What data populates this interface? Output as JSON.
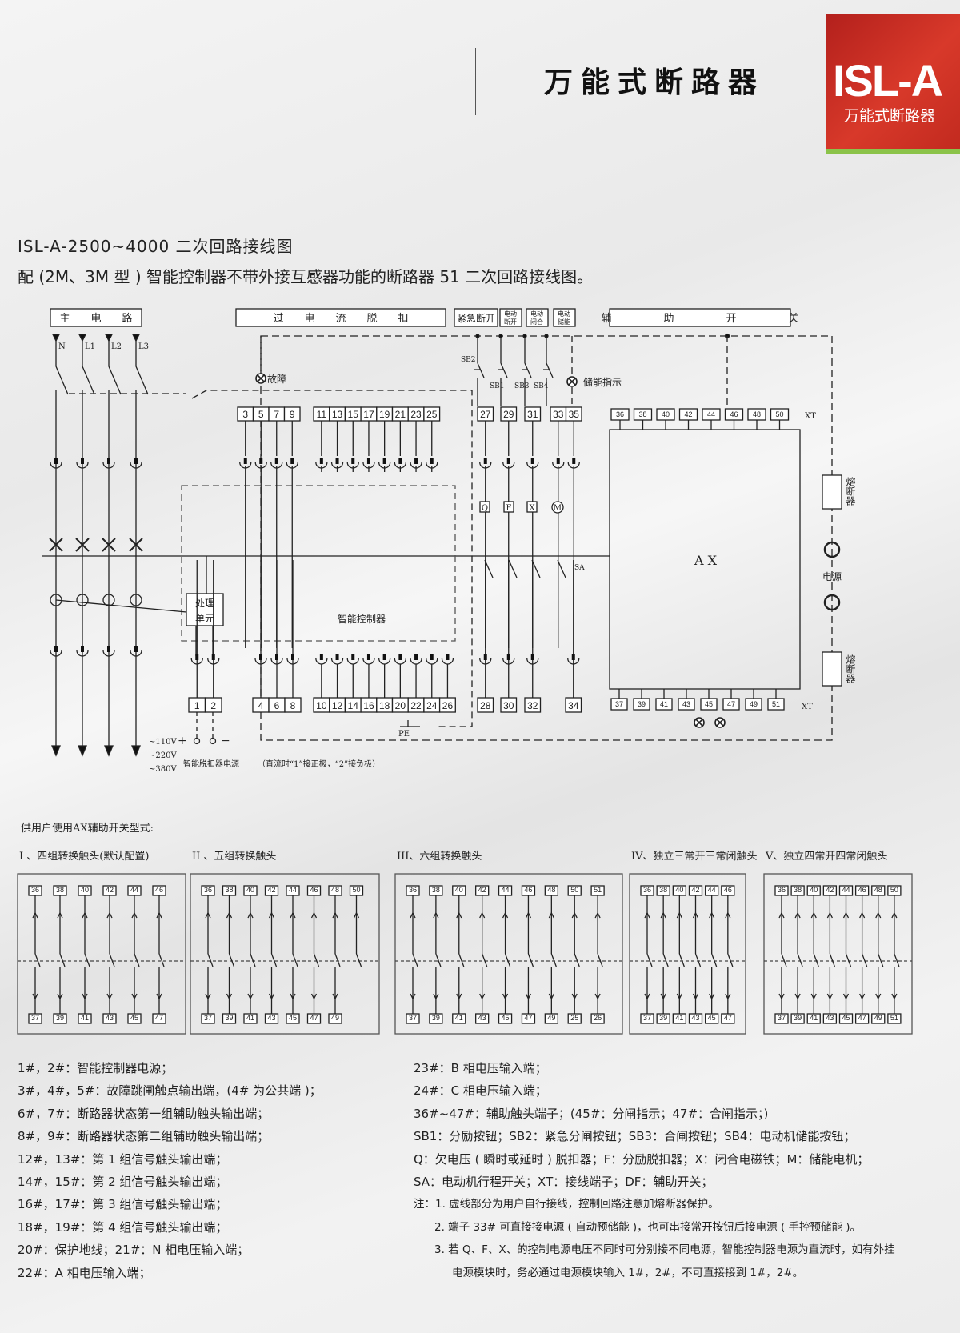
{
  "header": {
    "title": "万能式断路器",
    "logo_text": "ISL-A",
    "logo_sub": "万能式断路器",
    "logo_color": "#c62a1f",
    "logo_bar_color": "#8bc34a"
  },
  "intro": {
    "line1": "ISL-A-2500~4000 二次回路接线图",
    "line2": "配 (2M、3M 型 ) 智能控制器不带外接互感器功能的断路器 51 二次回路接线图。"
  },
  "diagram": {
    "sections": {
      "main": "主　　电　　路",
      "overcurrent": "过　　电　　流　　脱　　扣",
      "emergency": "紧急断开",
      "motor_open_1": "电动",
      "motor_open_2": "断开",
      "motor_close_1": "电动",
      "motor_close_2": "闭合",
      "motor_store_1": "电动",
      "motor_store_2": "储能",
      "aux": "辅　　　　　助　　　　　开　　　　　关"
    },
    "phases": [
      "N",
      "L1",
      "L2",
      "L3"
    ],
    "labels": {
      "fault": "故障",
      "storage_indicator": "储能指示",
      "sb1": "SB1",
      "sb2": "SB2",
      "sb3": "SB3",
      "sb4": "SB4",
      "q": "Q",
      "f": "F",
      "x": "X",
      "m": "M",
      "sa": "SA",
      "ax": "A X",
      "power": "电源",
      "fuse_top": "熔断器",
      "fuse_bottom": "熔断器",
      "processing_1": "处理",
      "processing_2": "单元",
      "controller": "智能控制器",
      "xt_top": "XT",
      "xt_bottom": "XT",
      "pe": "PE",
      "v110": "~110V",
      "v220": "~220V",
      "v380": "~380V",
      "plus": "+",
      "minus": "−",
      "trip_power": "智能脱扣器电源",
      "dc_note": "（直流时“1”接正极，“2”接负极）"
    },
    "top_terminals": {
      "group_a": [
        "3",
        "5",
        "7",
        "9"
      ],
      "group_b": [
        "11",
        "13",
        "15",
        "17",
        "19",
        "21",
        "23",
        "25"
      ],
      "group_c": [
        "27"
      ],
      "group_d": [
        "29"
      ],
      "group_e": [
        "31"
      ],
      "group_f": [
        "33",
        "35"
      ],
      "ax": [
        "36",
        "38",
        "40",
        "42",
        "44",
        "46",
        "48",
        "50"
      ]
    },
    "bottom_terminals": {
      "group_a": [
        "1",
        "2"
      ],
      "group_b": [
        "4",
        "6",
        "8"
      ],
      "group_c": [
        "10",
        "12",
        "14",
        "16",
        "18",
        "20",
        "22",
        "24",
        "26"
      ],
      "group_d": [
        "28"
      ],
      "group_e": [
        "30"
      ],
      "group_f": [
        "32"
      ],
      "group_g": [
        "34"
      ],
      "ax": [
        "37",
        "39",
        "41",
        "43",
        "45",
        "47",
        "49",
        "51"
      ]
    }
  },
  "ax_types": {
    "heading": "供用户使用AX辅助开关型式:",
    "types": [
      {
        "title": "I 、四组转换触头(默认配置)",
        "top": [
          "36",
          "38",
          "40",
          "42",
          "44",
          "46"
        ],
        "bottom": [
          "37",
          "39",
          "41",
          "43",
          "45",
          "47"
        ]
      },
      {
        "title": "II 、五组转换触头",
        "top": [
          "36",
          "38",
          "40",
          "42",
          "44",
          "46",
          "48",
          "50"
        ],
        "bottom": [
          "37",
          "39",
          "41",
          "43",
          "45",
          "47",
          "49"
        ]
      },
      {
        "title": "III、六组转换触头",
        "top": [
          "36",
          "38",
          "40",
          "42",
          "44",
          "46",
          "48",
          "50",
          "51"
        ],
        "bottom": [
          "37",
          "39",
          "41",
          "43",
          "45",
          "47",
          "49",
          "25",
          "26"
        ]
      },
      {
        "title": "IV、独立三常开三常闭触头",
        "top": [
          "36",
          "38",
          "40",
          "42",
          "44",
          "46"
        ],
        "bottom": [
          "37",
          "39",
          "41",
          "43",
          "45",
          "47"
        ]
      },
      {
        "title": "V、独立四常开四常闭触头",
        "top": [
          "36",
          "38",
          "40",
          "42",
          "44",
          "46",
          "48",
          "50"
        ],
        "bottom": [
          "37",
          "39",
          "41",
          "43",
          "45",
          "47",
          "49",
          "51"
        ]
      }
    ]
  },
  "legend": {
    "left": [
      "1#，2#：智能控制器电源；",
      "3#，4#，5#：故障跳闸触点输出端，(4# 为公共端 )；",
      "6#，7#：断路器状态第一组辅助触头输出端；",
      "8#，9#：断路器状态第二组辅助触头输出端；",
      "12#，13#：第 1 组信号触头输出端；",
      "14#，15#：第 2 组信号触头输出端；",
      "16#，17#：第 3 组信号触头输出端；",
      "18#，19#：第 4 组信号触头输出端；",
      "20#：保护地线；21#：N 相电压输入端；",
      "22#：A 相电压输入端；"
    ],
    "right": [
      "23#：B 相电压输入端；",
      "24#：C 相电压输入端；",
      "36#~47#：辅助触头端子；(45#：分闸指示；47#：合闸指示；)",
      "SB1：分励按钮；SB2：紧急分闸按钮；SB3：合闸按钮；SB4：电动机储能按钮；",
      "Q：欠电压 ( 瞬时或延时 ) 脱扣器；F：分励脱扣器；X：闭合电磁铁；M：储能电机；",
      "SA：电动机行程开关；XT：接线端子；DF：辅助开关；"
    ],
    "notes": [
      "注：1. 虚线部分为用户自行接线，控制回路注意加熔断器保护。",
      "2. 端子 33# 可直接接电源 ( 自动预储能 )，也可串接常开按钮后接电源 ( 手控预储能 )。",
      "3. 若 Q、F、X、的控制电源电压不同时可分别接不同电源，智能控制器电源为直流时，如有外挂",
      "电源模块时，务必通过电源模块输入 1#，2#，不可直接接到 1#，2#。"
    ]
  }
}
